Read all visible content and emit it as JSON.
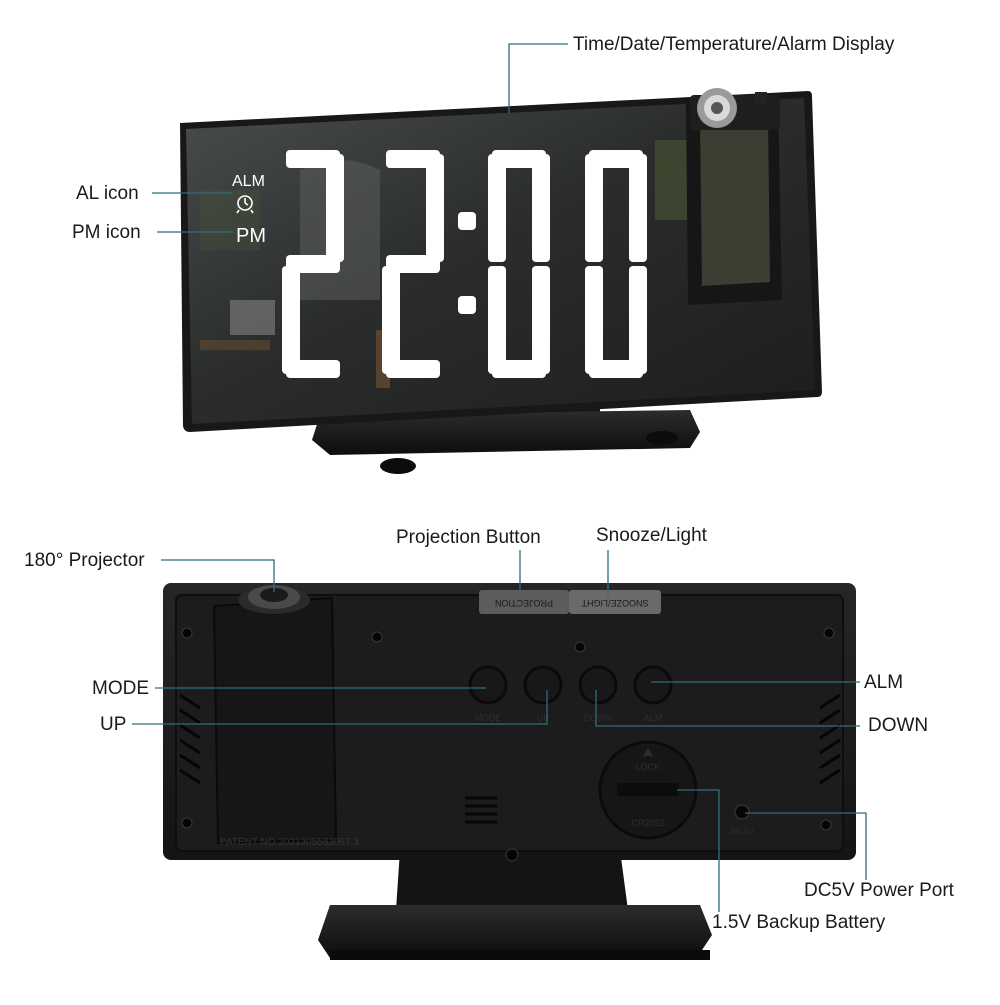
{
  "display": {
    "time_digits": "22:00",
    "alarm_label": "ALM",
    "pm_label": "PM"
  },
  "callouts_front": {
    "display": "Time/Date/Temperature/Alarm Display",
    "al_icon": "AL icon",
    "pm_icon": "PM icon"
  },
  "callouts_back": {
    "projector": "180° Projector",
    "projection_button": "Projection Button",
    "snooze_light": "Snooze/Light",
    "mode": "MODE",
    "up": "UP",
    "alm": "ALM",
    "down": "DOWN",
    "power_port": "DC5V Power Port",
    "backup_battery": "1.5V Backup Battery"
  },
  "back_panel": {
    "projection_key_text": "PROJECTION",
    "snooze_key_text": "SNOOZE/LIGHT",
    "button_labels": [
      "MODE",
      "UP",
      "DOWN",
      "ALM"
    ],
    "battery_text": "CR2032",
    "battery_lock": "LOCK",
    "patent_text": "PATENT NO.2021305583067.3",
    "power_text": "DC 5V"
  },
  "colors": {
    "leader_line": "#2f6d78",
    "body": "#1b1b1b",
    "screen": "#2a2c2c",
    "digits": "#ffffff"
  }
}
